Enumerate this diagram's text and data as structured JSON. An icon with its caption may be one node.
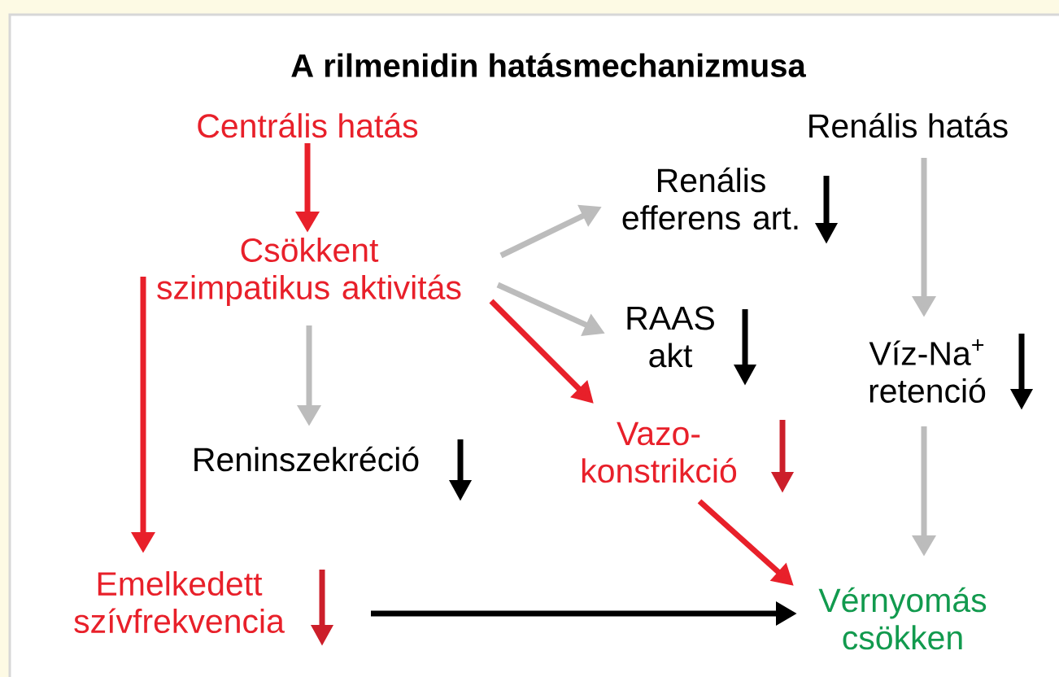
{
  "diagram": {
    "title": "A  rilmenidin hatásmechanizmusa",
    "nodes": [
      {
        "text": [
          "Centrális hatás"
        ]
      },
      {
        "text": [
          "Csökkent szimpatikus aktivitás"
        ]
      },
      {
        "text": [
          "Renális hatás"
        ]
      },
      {
        "text": [
          "Renális efferens art."
        ]
      },
      {
        "text": [
          "RAAS akt"
        ]
      },
      {
        "text": [
          "Víz-Na$^{+}$ retenció"
        ]
      },
      {
        "text": [
          "Reninszekréció"
        ]
      },
      {
        "text": [
          "Vazo- konstrikció"
        ]
      },
      {
        "text": [
          "Emelkedett szívfrekvencia"
        ]
      },
      {
        "text": [
          "Vérnyomás csökken"
        ]
      }
    ],
    "edges": [
      {
        "from": 0,
        "to": 1,
        "arrow": "to",
        "color": "#e8202a"
      },
      {
        "from": 1,
        "to": 3,
        "arrow": "to"
      },
      {
        "from": 1,
        "to": 4,
        "arrow": "to"
      },
      {
        "from": 1,
        "to": 7,
        "arrow": "to",
        "color": "#e8202a"
      },
      {
        "from": 1,
        "to": 6,
        "arrow": "to"
      },
      {
        "from": 1,
        "to": 8,
        "arrow": "to",
        "color": "#e8202a"
      },
      {
        "from": 2,
        "to": 5,
        "arrow": "to"
      },
      {
        "from": 5,
        "to": 9,
        "arrow": "to"
      },
      {
        "from": 7,
        "to": 9,
        "arrow": "to",
        "color": "#e8202a"
      },
      {
        "from": 8,
        "to": 9,
        "arrow": "to",
        "color": "#000000"
      }
    ]
  }
}
